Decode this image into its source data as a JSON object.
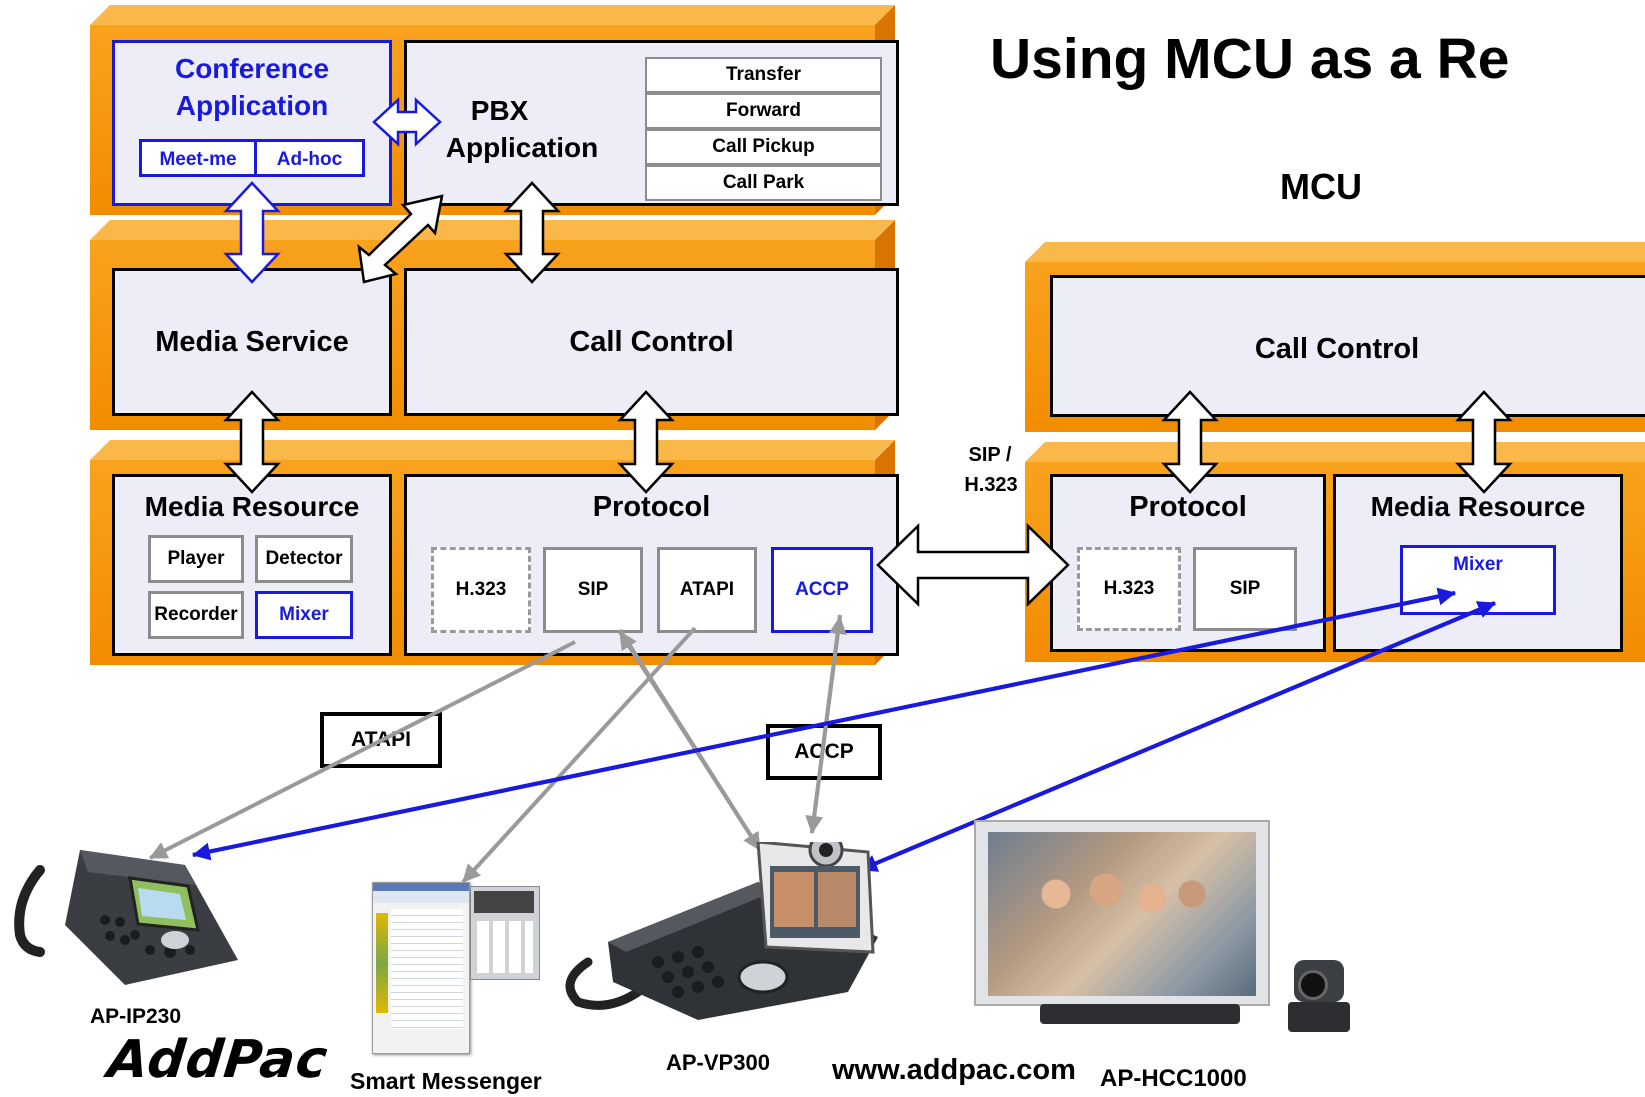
{
  "title": "Using MCU as a Re",
  "mcu_label": "MCU",
  "left": {
    "conference": {
      "title_line1": "Conference",
      "title_line2": "Application",
      "meetme": "Meet-me",
      "adhoc": "Ad-hoc"
    },
    "pbx": {
      "line1": "PBX",
      "line2": "Application",
      "features": [
        "Transfer",
        "Forward",
        "Call Pickup",
        "Call Park"
      ]
    },
    "media_service": "Media Service",
    "call_control": "Call Control",
    "media_resource": {
      "title": "Media Resource",
      "player": "Player",
      "detector": "Detector",
      "recorder": "Recorder",
      "mixer": "Mixer"
    },
    "protocol": {
      "title": "Protocol",
      "h323": "H.323",
      "sip": "SIP",
      "atapi": "ATAPI",
      "accp": "ACCP"
    }
  },
  "link_label": {
    "line1": "SIP /",
    "line2": "H.323"
  },
  "right": {
    "call_control": "Call Control",
    "protocol": {
      "title": "Protocol",
      "h323": "H.323",
      "sip": "SIP"
    },
    "media_resource": {
      "title": "Media Resource",
      "mixer": "Mixer"
    }
  },
  "labels": {
    "atapi": "ATAPI",
    "accp": "ACCP"
  },
  "devices": {
    "ip230": "AP-IP230",
    "messenger": "Smart Messenger",
    "vp300": "AP-VP300",
    "website": "www.addpac.com",
    "hcc1000": "AP-HCC1000"
  },
  "logo": "AddPac",
  "colors": {
    "orange": "#f7950f",
    "orange_dark": "#d87400",
    "inner": "#ecedf7",
    "blue": "#1a1adf",
    "gray": "#9a9a9a"
  }
}
